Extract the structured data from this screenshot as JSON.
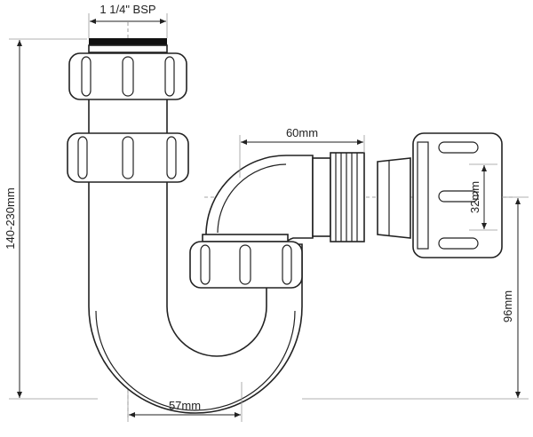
{
  "labels": {
    "thread": "1 1/4\" BSP",
    "outlet_length": "60mm",
    "outlet_diameter": "32mm",
    "total_height": "140-230mm",
    "outlet_height": "96mm",
    "offset": "57mm"
  }
}
